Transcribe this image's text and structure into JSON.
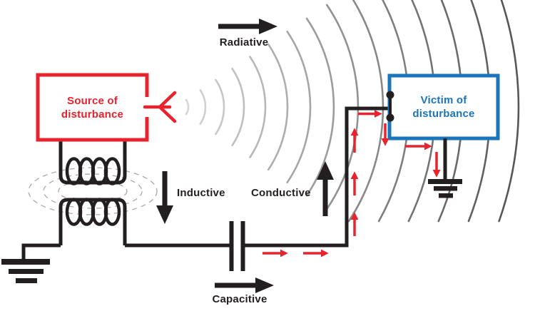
{
  "diagram_labels": {
    "radiative": "Radiative",
    "inductive": "Inductive",
    "conductive": "Conductive",
    "capacitive": "Capacitive"
  },
  "source_box": {
    "line1": "Source of",
    "line2": "disturbance"
  },
  "victim_box": {
    "line1": "Victim of",
    "line2": "disturbance"
  },
  "colors": {
    "red": "#e8232d",
    "blue": "#1b75bc",
    "ink": "#231f20",
    "flux": "#a7a9ac",
    "wave_near": "#d6d6d6",
    "wave_far": "#56575a",
    "background": "#ffffff"
  },
  "icons": {
    "antenna": "antenna-icon",
    "radio_waves": "radio-waves-icon",
    "transformer": "transformer-coil-icon",
    "flux_lines": "magnetic-flux-icon",
    "capacitor": "capacitor-icon",
    "ground_left": "ground-icon",
    "ground_victim": "ground-icon",
    "terminals": "terminal-dots-icon",
    "black_arrows": "direction-arrow-icon",
    "red_arrows": "current-arrow-icon"
  }
}
